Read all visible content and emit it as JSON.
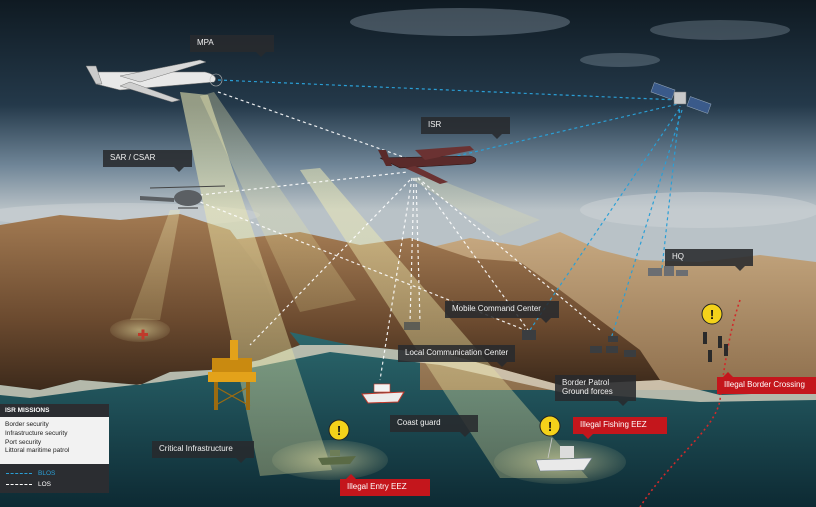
{
  "labels": {
    "mpa": "MPA",
    "isr": "ISR",
    "sar": "SAR / CSAR",
    "hq": "HQ",
    "mobile_command": "Mobile Command Center",
    "local_comm": "Local Communication Center",
    "border_patrol": "Border Patrol\nGround forces",
    "coast_guard": "Coast guard",
    "critical_infra": "Critical Infrastructure"
  },
  "alerts": {
    "illegal_border": "Illegal Border Crossing",
    "illegal_fishing": "Illegal Fishing EEZ",
    "illegal_entry": "Illegal Entry EEZ"
  },
  "legend": {
    "title": "ISR MISSIONS",
    "missions": [
      "Border security",
      "Infrastructure security",
      "Port security",
      "Littoral maritime patrol"
    ],
    "blos_label": "BLOS",
    "los_label": "LOS"
  },
  "colors": {
    "blos": "#2a9fd6",
    "los": "#ffffff",
    "alert": "#c4161c",
    "label_bg": "#2b2d31"
  }
}
